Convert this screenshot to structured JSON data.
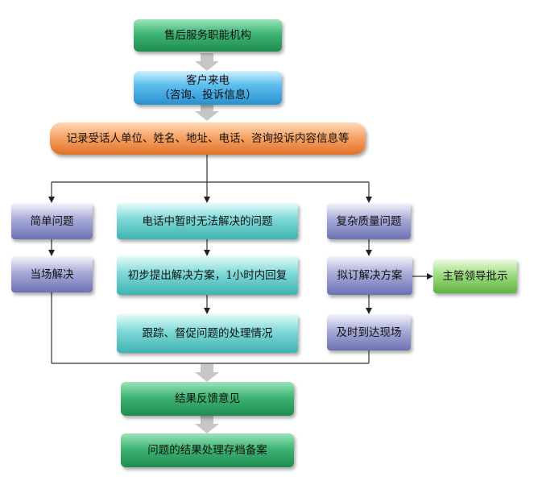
{
  "nodes": {
    "after_sales": "售后服务职能机构",
    "customer_call_line1": "客户来电",
    "customer_call_line2": "（咨询、投诉信息）",
    "record_info": "记录受话人单位、姓名、地址、电话、咨询投诉内容信息等",
    "simple_issue": "简单问题",
    "unsolvable_on_phone": "电话中暂时无法解决的问题",
    "complex_quality": "复杂质量问题",
    "solve_on_spot": "当场解决",
    "initial_plan": "初步提出解决方案，1小时内回复",
    "draft_plan": "拟订解决方案",
    "leader_approval": "主管领导批示",
    "track_supervise": "跟踪、督促问题的处理情况",
    "arrive_on_site": "及时到达现场",
    "feedback": "结果反馈意见",
    "archive": "问题的结果处理存档备案"
  },
  "colors": {
    "green": "#3fb575",
    "blue": "#5fc0ee",
    "orange": "#f7a467",
    "purple": "#a7abd8",
    "cyan": "#7dd8d6",
    "lime": "#9fdc84",
    "connector_arrow": "#c8c8c8",
    "line": "#333333"
  }
}
